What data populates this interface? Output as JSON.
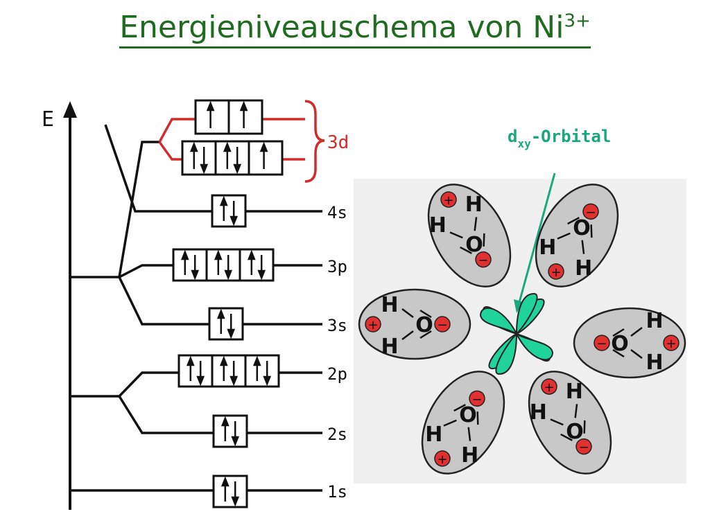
{
  "title": {
    "text": "Energieniveauschema von Ni",
    "superscript": "3+"
  },
  "energy_axis": {
    "label": "E"
  },
  "levels": [
    {
      "id": "1s",
      "label": "1s",
      "boxes": [
        "up-down"
      ]
    },
    {
      "id": "2s",
      "label": "2s",
      "boxes": [
        "up-down"
      ]
    },
    {
      "id": "2p",
      "label": "2p",
      "boxes": [
        "up-down",
        "up-down",
        "up-down"
      ]
    },
    {
      "id": "3s",
      "label": "3s",
      "boxes": [
        "up-down"
      ]
    },
    {
      "id": "3p",
      "label": "3p",
      "boxes": [
        "up-down",
        "up-down",
        "up-down"
      ]
    },
    {
      "id": "4s",
      "label": "4s",
      "boxes": [
        "up-down"
      ]
    },
    {
      "id": "3d-lower",
      "label": "3d",
      "boxes": [
        "up-down",
        "up-down",
        "up"
      ]
    },
    {
      "id": "3d-upper",
      "label": "",
      "boxes": [
        "up",
        "up"
      ]
    }
  ],
  "orbital_callout": {
    "main": "d",
    "subscript": "xy",
    "suffix": "-Orbital"
  },
  "ligands": {
    "hydrogen": "H",
    "oxygen": "O",
    "plus": "+",
    "minus": "−"
  },
  "colors": {
    "title": "#1f6b1f",
    "d_levels": "#d22b2b",
    "orbital": "#1fd39a",
    "callout": "#1aa77f",
    "ellipse": "#c8c8c8",
    "charge": "#e03030"
  }
}
